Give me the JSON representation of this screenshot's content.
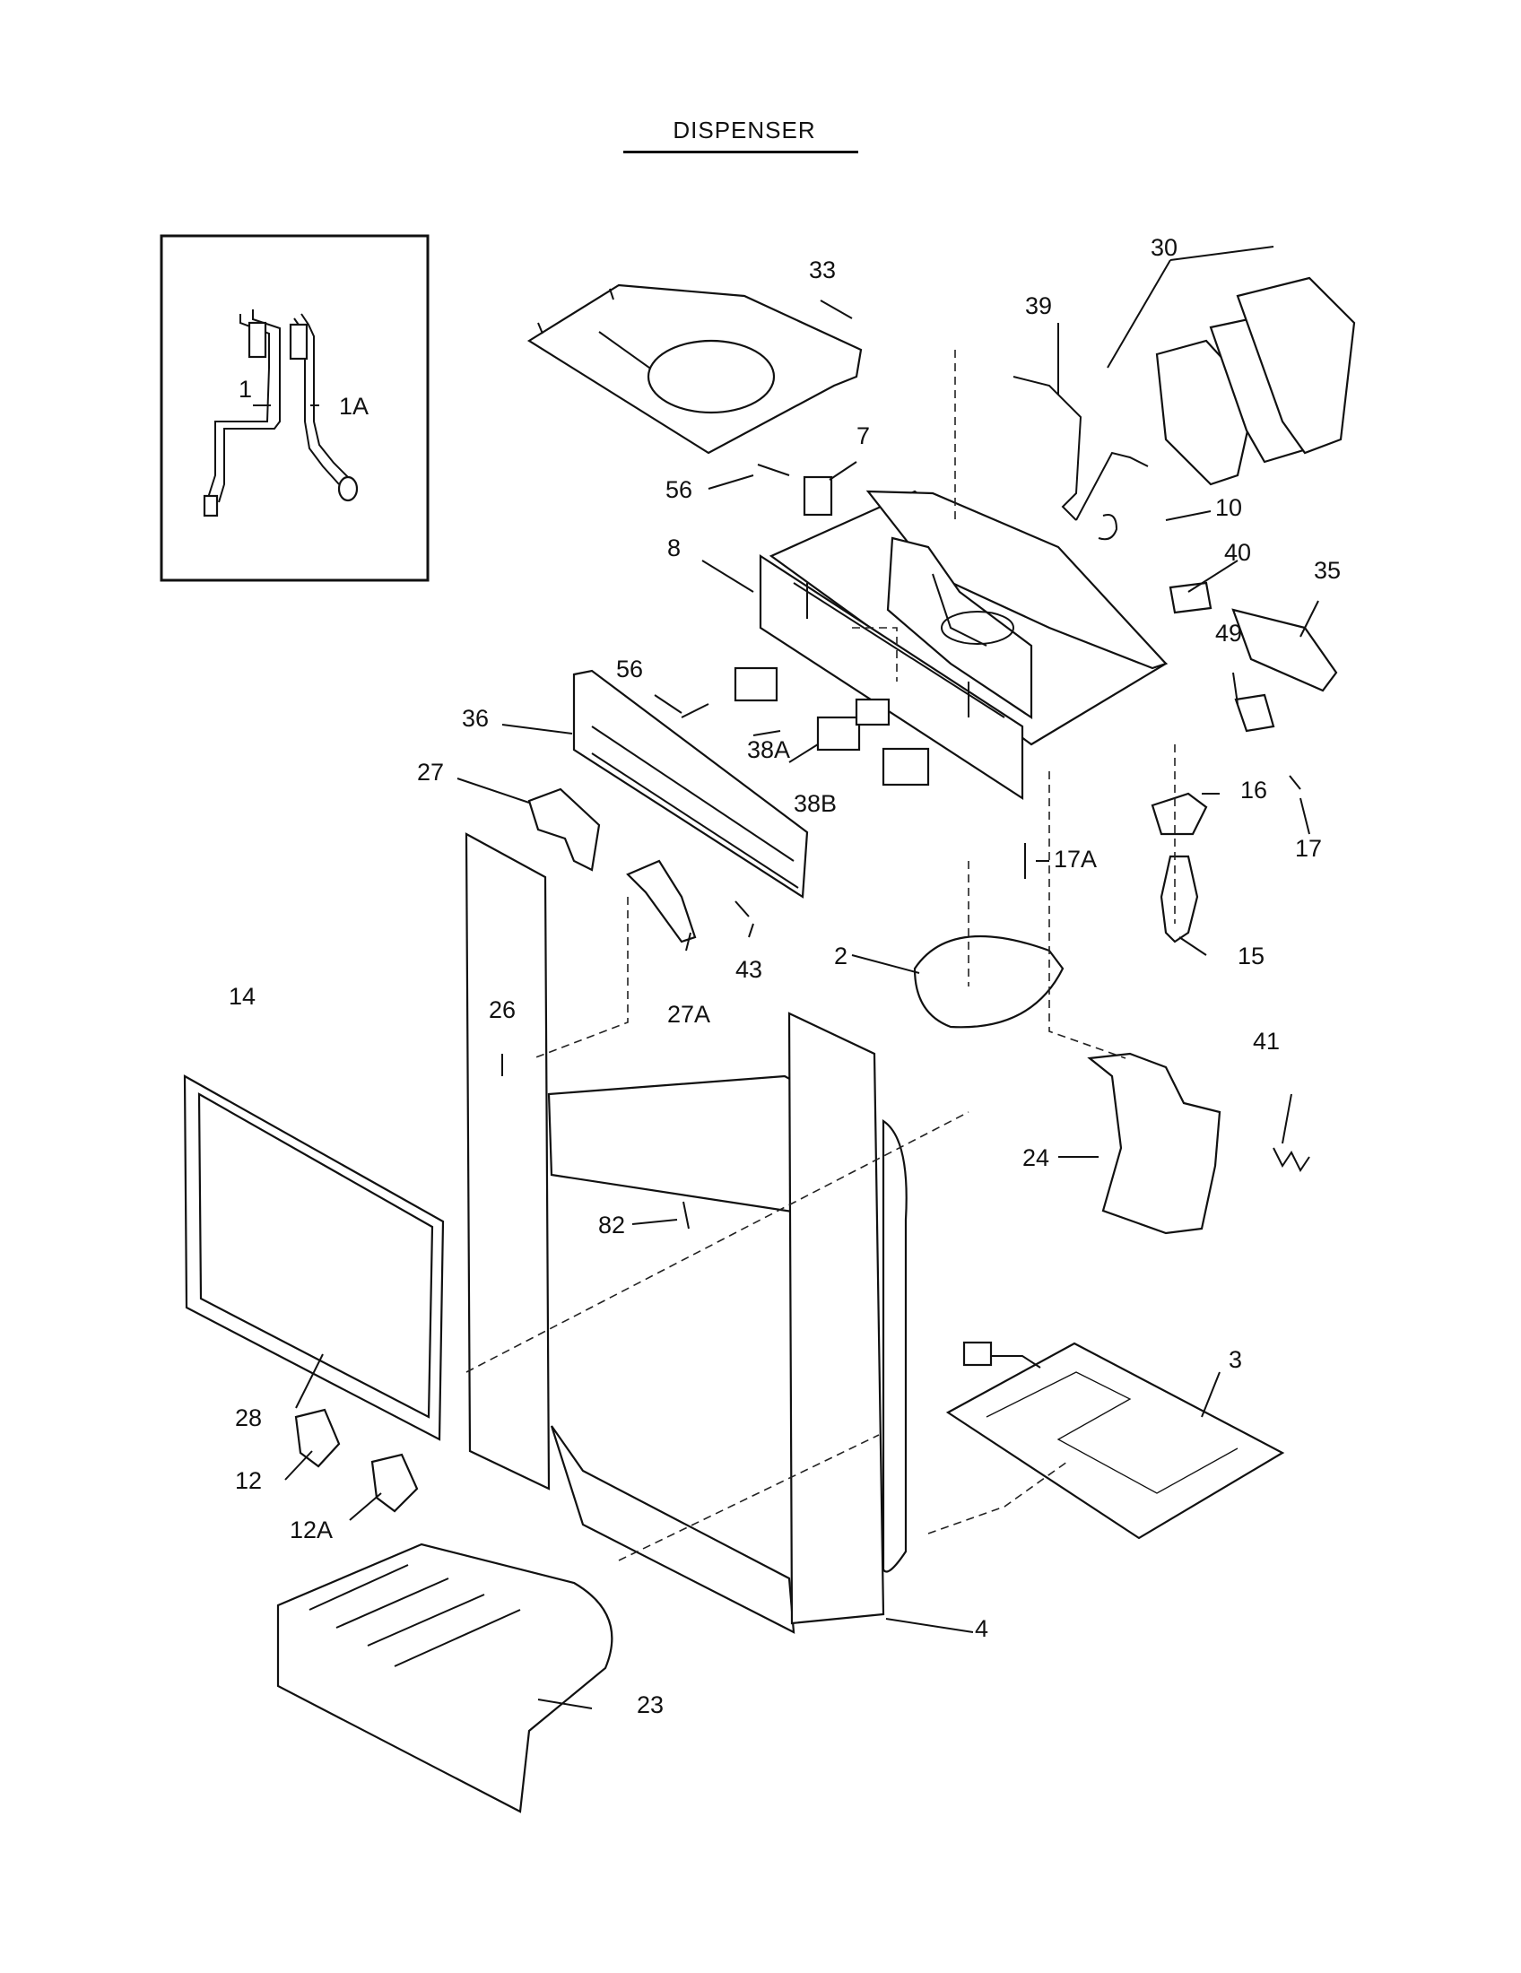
{
  "title": "DISPENSER",
  "callouts": [
    {
      "id": "1",
      "label": "1"
    },
    {
      "id": "1A",
      "label": "1A"
    },
    {
      "id": "2",
      "label": "2"
    },
    {
      "id": "3",
      "label": "3"
    },
    {
      "id": "4",
      "label": "4"
    },
    {
      "id": "7",
      "label": "7"
    },
    {
      "id": "8",
      "label": "8"
    },
    {
      "id": "10",
      "label": "10"
    },
    {
      "id": "12",
      "label": "12"
    },
    {
      "id": "12A",
      "label": "12A"
    },
    {
      "id": "14",
      "label": "14"
    },
    {
      "id": "15",
      "label": "15"
    },
    {
      "id": "16",
      "label": "16"
    },
    {
      "id": "17",
      "label": "17"
    },
    {
      "id": "17A",
      "label": "17A"
    },
    {
      "id": "23",
      "label": "23"
    },
    {
      "id": "24",
      "label": "24"
    },
    {
      "id": "26",
      "label": "26"
    },
    {
      "id": "27",
      "label": "27"
    },
    {
      "id": "27A",
      "label": "27A"
    },
    {
      "id": "28",
      "label": "28"
    },
    {
      "id": "30",
      "label": "30"
    },
    {
      "id": "33",
      "label": "33"
    },
    {
      "id": "35",
      "label": "35"
    },
    {
      "id": "36",
      "label": "36"
    },
    {
      "id": "38A",
      "label": "38A"
    },
    {
      "id": "38B",
      "label": "38B"
    },
    {
      "id": "39",
      "label": "39"
    },
    {
      "id": "40",
      "label": "40"
    },
    {
      "id": "41",
      "label": "41"
    },
    {
      "id": "43",
      "label": "43"
    },
    {
      "id": "49",
      "label": "49"
    },
    {
      "id": "56a",
      "label": "56"
    },
    {
      "id": "56b",
      "label": "56"
    },
    {
      "id": "82",
      "label": "82"
    }
  ]
}
